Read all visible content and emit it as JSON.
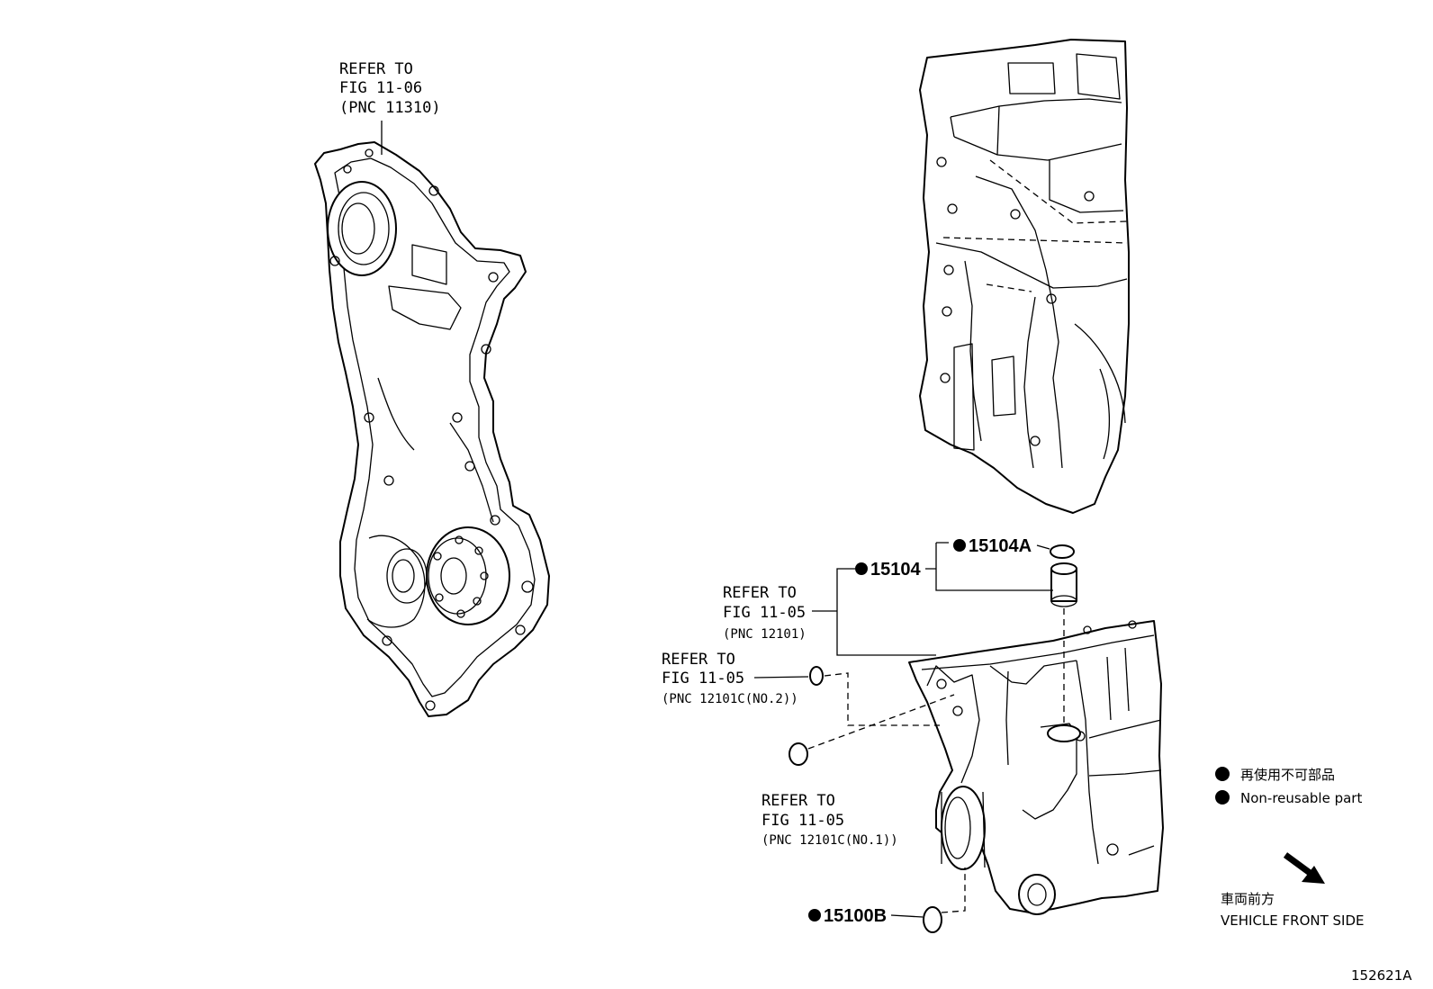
{
  "refs": {
    "timing_cover": [
      "REFER TO",
      "FIG 11-06",
      "(PNC 11310)"
    ],
    "oil_pan": [
      "REFER TO",
      "FIG 11-05",
      "(PNC 12101)"
    ],
    "gasket_no2": [
      "REFER TO",
      "FIG 11-05",
      "(PNC 12101C(NO.2))"
    ],
    "gasket_no1": [
      "REFER TO",
      "FIG 11-05",
      "(PNC 12101C(NO.1))"
    ]
  },
  "parts": {
    "p15104a": "15104A",
    "p15104": "15104",
    "p15100b": "15100B"
  },
  "legend": {
    "jp": "再使用不可部品",
    "en": "Non-reusable part"
  },
  "direction": {
    "jp": "車両前方",
    "en": "VEHICLE FRONT SIDE"
  },
  "figure_id": "152621A"
}
